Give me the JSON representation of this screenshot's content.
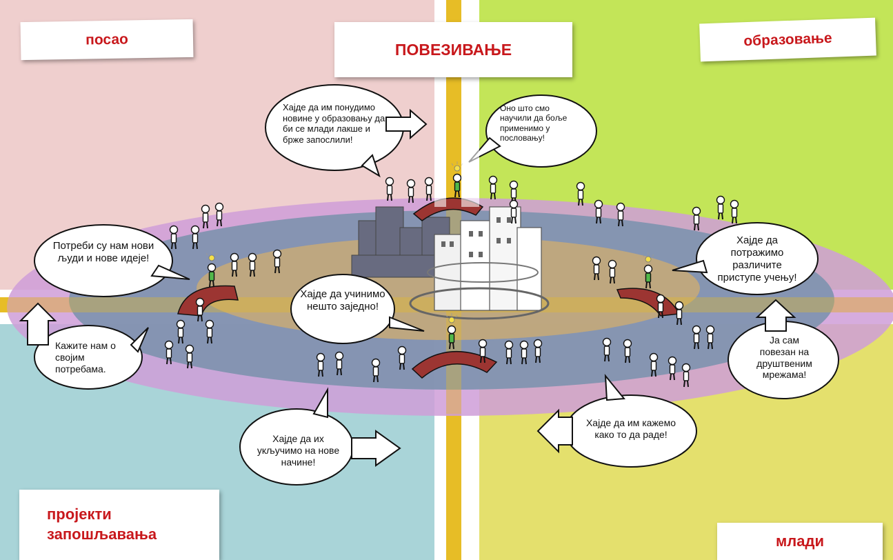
{
  "quadrants": {
    "top_left": {
      "label": "посао",
      "color": "#efcfce"
    },
    "top_right": {
      "label": "образовање",
      "color": "#c3e558"
    },
    "bottom_left": {
      "label": "пројекти запошљавања",
      "color": "#a9d4d8"
    },
    "bottom_right": {
      "label": "млади",
      "color": "#e4e06d"
    }
  },
  "center_title": "ПОВЕЗИВАЊЕ",
  "colors": {
    "label_text": "#c8181c",
    "axis_yellow": "#e7bd26",
    "outer_ring": "#cf9ed8",
    "middle_ring": "#7d92ae",
    "inner_ring": "#c4a97a",
    "bridge": "#9c3532"
  },
  "bubbles": {
    "novine": "Хајде да им понудимо новине у образовању да би се млади лакше и брже запослили!",
    "nauchili": "Оно што смо научили да боље применимо у пословању!",
    "potrebi": "Потреби су нам нови људи и нове идеје!",
    "pristupe": "Хајде да потражимо различите приступе учењу!",
    "zajedno": "Хајде да учинимо нешто заједно!",
    "kazhite": "Кажите нам о својим потребама.",
    "povezan": "Ја сам повезан на друштвеним мрежама!",
    "kazhemo": "Хајде да им кажемо како то да раде!",
    "ukljuchimo": "Хајде да их укључимо на нове начине!"
  },
  "icons": [
    "light-bulb-icon",
    "person-figure-icon",
    "bridge-icon",
    "city-icon",
    "arrow-icon"
  ]
}
